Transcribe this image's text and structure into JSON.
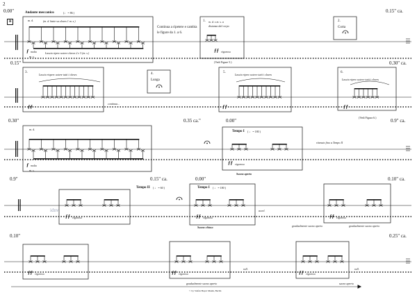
{
  "page": {
    "number": "2",
    "footer": "© by Stefan Beyer Musik, Berlin"
  },
  "systems": [
    {
      "start_time": "0.00\"",
      "end_time": "0.15\" ca.",
      "rehearsal_mark": "B",
      "tempo": {
        "label": "Andante meccanico",
        "mm": "(♩ = 86 )"
      },
      "hand_top": "m. d.",
      "hand_top_note": "(m. d. batte su claves 1 m. s.)",
      "hand_bottom": "m. s.",
      "dynamic": "ƒ",
      "dynamic_word": "molto",
      "bottom_note": "Lascia riperc uotere claves 2 e 3 (m. s.)",
      "instruction": [
        "Continua a ripetere e cambia",
        "le figure da 1. a 6."
      ],
      "fig1": {
        "num": "1.",
        "text": [
          "m. d. s m. s. a",
          "distanza dal corpo"
        ],
        "dyn": "ƒƒ",
        "dyn_word": "vigoroso",
        "ref": "(Vedi Figure 5.)"
      },
      "fig2": {
        "num": "2.",
        "label": "Corta"
      }
    },
    {
      "start_time": "0.15\"",
      "end_time": "0.30\" ca.",
      "fig3": {
        "num": "3.",
        "text": "Lascia risperc uotere tutti i claves",
        "dyn": "ƒƒ",
        "cont": "continua..."
      },
      "fig4": {
        "num": "4.",
        "label": "Lunga"
      },
      "fig5": {
        "num": "5.",
        "text": "Lascia riperc uotere tutti i claves",
        "dyn": "ƒƒ"
      },
      "fig6": {
        "num": "6.",
        "text": "Lascia riperc uotere tutti i claves",
        "dyn": "ƒƒ",
        "ref": "(Vedi Figura 6.)"
      }
    },
    {
      "start_time": "0.30\"",
      "mid_time": "0.35 ca.\"",
      "second_time": "0.00\"",
      "end_time": "0.9\" ca.",
      "hand_top": "m. d.",
      "hand_bottom": "m. s.",
      "dynamic": "ƒ",
      "dynamic_word": "molto",
      "tempo": {
        "label": "Tempo I",
        "mm": "( ♩ = 180 )"
      },
      "dyn2": "ƒƒ",
      "dyn2_word": "vigoroso",
      "rit": "ritenuto fino a Tempo II",
      "below": "Suono aperto"
    },
    {
      "start_time": "0.9\"",
      "mid_time": "0.15\" ca.",
      "second_time": "0.00\"",
      "end_time": "0.10\" ca.",
      "tempo2": {
        "label": "Tempo II",
        "mm": "( ♩ = 60 )"
      },
      "tempo1": {
        "label": "Tempo I",
        "mm": "( ♩ = 180 )"
      },
      "dyn": "ƒƒ",
      "dyn_word": "vigoroso",
      "watermark": "idnv",
      "accel": "accel.",
      "below1": "Suono chiuso",
      "below2": "gradualmente suono aperto",
      "below3": "gradualmente suono aperto"
    },
    {
      "start_time": "0.10\"",
      "end_time": "0.25\" ca.",
      "dyn": "ƒƒ",
      "dyn_word": "vigoroso",
      "rall1": "rall.",
      "rall2": "rall.",
      "below1": "gradualmente suono aperto",
      "below2": "suono aperto"
    }
  ]
}
